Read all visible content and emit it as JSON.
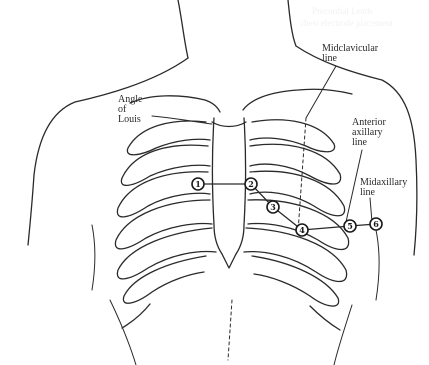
{
  "labels": {
    "midclavicular": "Midclavicular\nline",
    "angle_of_louis": "Angle\nof\nLouis",
    "anterior_axillary": "Anterior\naxillary\nline",
    "midaxillary": "Midaxillary\nline"
  },
  "leads": [
    "1",
    "2",
    "3",
    "4",
    "5",
    "6"
  ],
  "faint_text": [
    "Precordial Leads",
    "chest electrode placement"
  ]
}
